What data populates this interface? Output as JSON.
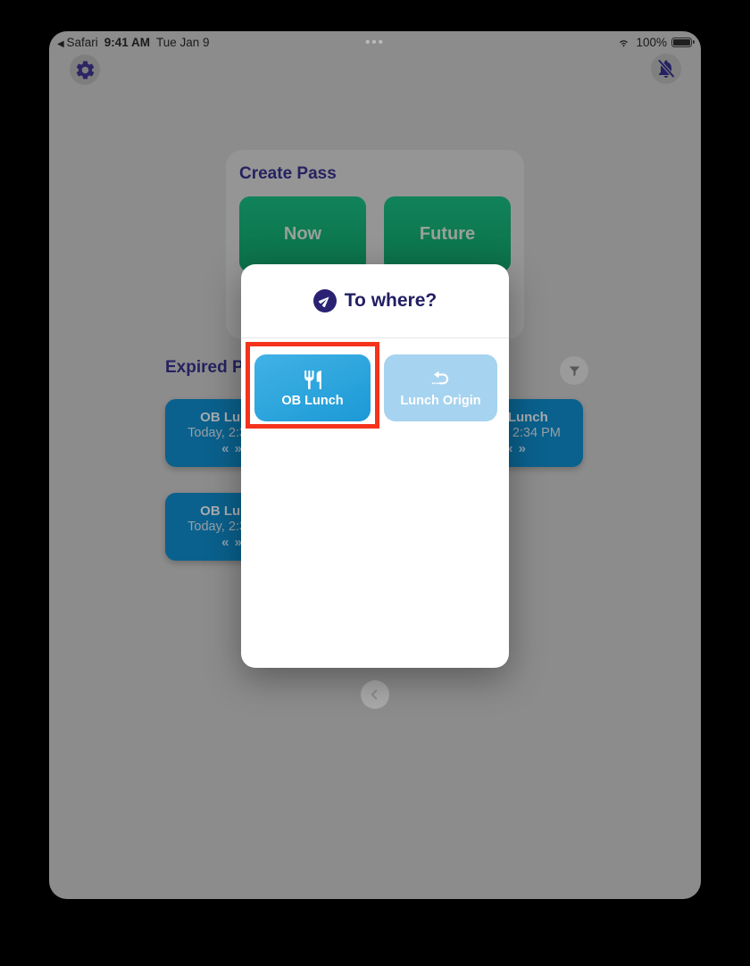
{
  "colors": {
    "screen_bg": "#8C8C8C",
    "navy": "#262260",
    "modal_navy": "#221E63",
    "green_button": "#0E7B50",
    "green_button_text": "#98A19C",
    "pass_card_bg": "#0A618D",
    "pass_card_title": "#A7ADB0",
    "pass_card_time": "#99A0A6",
    "pass_card_pager": "#8FA5B4",
    "primary_blue": "#29A8E0",
    "disabled_blue": "#A6D3EF",
    "annotation_red": "#F5331C"
  },
  "status_bar": {
    "back_icon": "◀",
    "app_name": "Safari",
    "time": "9:41 AM",
    "date": "Tue Jan 9",
    "ellipsis": "•••",
    "battery_percent": "100%"
  },
  "icons": {
    "top_left": "gear-icon",
    "top_right": "bell-slash-icon",
    "modal_header": "send-arrow-icon",
    "ob_lunch": "fork-knife-icon",
    "lunch_origin": "return-arrow-icon",
    "expired_filter": "funnel-icon",
    "bottom_nav": "chevron-left-icon",
    "wifi": "wifi-icon",
    "battery": "battery-icon"
  },
  "create_pass": {
    "title": "Create Pass",
    "now_label": "Now",
    "future_label": "Future"
  },
  "expired": {
    "title": "Expired Passes",
    "cards": [
      {
        "title": "OB Lunch",
        "time": "Today, 2:34 PM",
        "pager": "« »"
      },
      {
        "title": "OB Lunch",
        "time": "Today, 2:34 PM",
        "pager": "« »"
      },
      {
        "title": "OB Lunch",
        "time": "Today, 2:34 PM",
        "pager": "« »"
      }
    ]
  },
  "modal": {
    "title": "To where?",
    "options": [
      {
        "label": "OB Lunch"
      },
      {
        "label": "Lunch Origin"
      }
    ]
  }
}
